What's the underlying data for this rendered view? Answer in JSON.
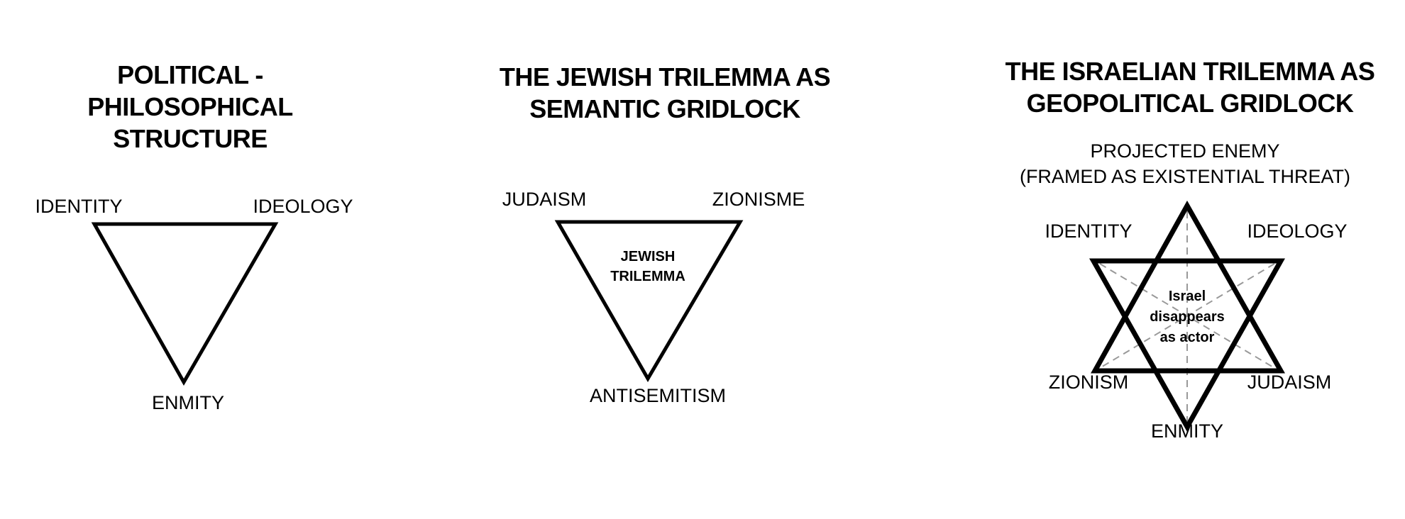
{
  "panels": [
    {
      "title_lines": [
        "POLITICAL -",
        "PHILOSOPHICAL",
        "STRUCTURE"
      ],
      "vertices": {
        "top_left": "IDENTITY",
        "top_right": "IDEOLOGY",
        "bottom": "ENMITY"
      }
    },
    {
      "title_lines": [
        "THE JEWISH TRILEMMA AS",
        "SEMANTIC GRIDLOCK"
      ],
      "vertices": {
        "top_left": "JUDAISM",
        "top_right": "ZIONISME",
        "bottom": "ANTISEMITISM"
      },
      "center_lines": [
        "JEWISH",
        "TRILEMMA"
      ]
    },
    {
      "title_lines": [
        "THE ISRAELIAN TRILEMMA AS",
        "GEOPOLITICAL GRIDLOCK"
      ],
      "top_lines": [
        "PROJECTED ENEMY",
        "(FRAMED AS EXISTENTIAL THREAT)"
      ],
      "vertices": {
        "upper_left": "IDENTITY",
        "upper_right": "IDEOLOGY",
        "lower_left": "ZIONISM",
        "lower_right": "JUDAISM",
        "bottom": "ENMITY"
      },
      "center_lines": [
        "Israel",
        "disappears",
        "as actor"
      ]
    }
  ]
}
